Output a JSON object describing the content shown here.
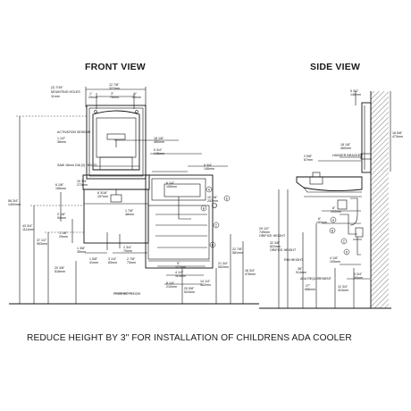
{
  "titles": {
    "front_view": "FRONT VIEW",
    "side_view": "SIDE VIEW"
  },
  "caption": "REDUCE HEIGHT BY 3\" FOR INSTALLATION OF CHILDRENS ADA COOLER",
  "front_dims": {
    "top_width": "12 7/8\"",
    "top_width_mm": "327mm",
    "top_left_offset": "1\"",
    "top_left_offset_mm": "25mm",
    "top_center": "3\"",
    "top_center_mm": "76mm",
    "top_right": "1\"",
    "top_right_mm": "25mm",
    "mounting_holes": "(2) 7/16\"",
    "mounting_holes_label": "MOUNTING HOLES",
    "mounting_holes_mm": "11mm",
    "activation_sensor": "ACTIVATION SENSOR",
    "sensor_dim": "1 1/2\"",
    "sensor_dim_mm": "38mm",
    "width_18": "18 1/8\"",
    "width_18_mm": "460mm",
    "dim_5_3_4": "5 3/4\"",
    "dim_5_3_4_mm": "146mm",
    "dim_5_3_4_b": "5 3/4\"",
    "dim_5_3_4_b_mm": "146mm",
    "holes_note": "SAW 18mm DIA (2) HOLES",
    "dim_6_1_8": "6 1/8\"",
    "dim_6_1_8_mm": "156mm",
    "dim_10_3_4": "10 3/4\"",
    "dim_10_3_4_mm": "273mm",
    "dim_6_3_16": "6 3/16\"",
    "dim_6_3_16_mm": "157mm",
    "dim_1_7_8": "1 7/8\"",
    "dim_1_7_8_mm": "48mm",
    "dim_1_1_8": "1 1/8\"",
    "dim_1_1_8_mm": "29mm",
    "dim_2_1_8": "2 1/8\"",
    "dim_2_1_8_mm": "54mm",
    "dim_1_3_8": "1 3/8\"",
    "dim_1_3_8_mm": "35mm",
    "dim_2_3_4": "2 3/4\"",
    "dim_2_3_4_mm": "70mm",
    "dim_1_5_8": "1 5/8\"",
    "dim_1_5_8_mm": "41mm",
    "dim_3_1_4": "3 1/4\"",
    "dim_3_1_4_mm": "83mm",
    "dim_2_7_8": "2 7/8\"",
    "dim_2_7_8_mm": "73mm",
    "dim_5": "5\"",
    "dim_5_mm": "127mm",
    "dim_4_1_2": "4 1/2\"",
    "dim_4_1_2_mm": "114mm",
    "dim_8_1_4": "8 1/4\"",
    "dim_8_1_4_mm": "210mm",
    "dim_10_1_8": "10 1/8\"",
    "dim_10_1_8_mm": "257mm",
    "dim_6_1_4": "6 1/4\"",
    "dim_6_1_4_mm": "159mm",
    "dim_58": "58 3/4\"",
    "dim_58_mm": "1492mm",
    "dim_43": "43 3/4\"",
    "dim_43_mm": "1111mm",
    "dim_37": "37 1/2\"",
    "dim_37_mm": "953mm",
    "dim_20_3_8": "20 3/8\"",
    "dim_20_3_8_mm": "518mm",
    "dim_20_5_8": "20 5/8\"",
    "dim_20_5_8_mm": "524mm",
    "dim_14_1_4": "14 1/4\"",
    "dim_14_1_4_mm": "362mm",
    "dim_21_3_4": "21 3/4\"",
    "dim_21_3_4_mm": "552mm",
    "dim_22_7_8": "22 7/8\"",
    "dim_22_7_8_mm": "581mm",
    "dim_18_3_4": "18 3/4\"",
    "dim_18_3_4_mm": "476mm",
    "finished_floor": "FINISHED FLOOR",
    "callouts": [
      "A",
      "B",
      "C",
      "D",
      "E"
    ]
  },
  "side_dims": {
    "dim_5_3_4": "5 3/4\"",
    "dim_5_3_4_mm": "146mm",
    "dim_18_5_8": "18 5/8\"",
    "dim_18_5_8_mm": "473mm",
    "dim_18_1_8": "18 1/8\"",
    "dim_18_1_8_mm": "460mm",
    "hanger_bracket": "HANGER BRACKET",
    "dim_2_5_8": "2 5/8\"",
    "dim_2_5_8_mm": "67mm",
    "dim_8": "8\"",
    "dim_8_mm": "203mm",
    "dim_6": "6\"",
    "dim_6_mm": "152mm",
    "orifice_height": "ORIFICE HEIGHT",
    "dim_29_1_2": "29 1/2\"",
    "dim_29_1_2_mm": "749mm",
    "dim_32_3_8": "32 3/8\"",
    "dim_32_3_8_mm": "822mm",
    "orifice_height_b": "ORIFICE HEIGHT",
    "rim_height": "RIM HEIGHT",
    "dim_36": "36\"",
    "dim_36_mm": "914mm",
    "ada_req": "ADA REQUIREMENT",
    "dim_27_max": "27\"",
    "dim_27_max_mm": "686mm",
    "dim_4_1_8": "4 1/8\"",
    "dim_4_1_8_mm": "105mm",
    "dim_3_3_4": "3 3/4\"",
    "dim_3_3_4_mm": "95mm",
    "dim_12_3_4": "12 3/4\"",
    "dim_12_3_4_mm": "324mm",
    "callouts": [
      "A",
      "B",
      "C",
      "D"
    ]
  }
}
